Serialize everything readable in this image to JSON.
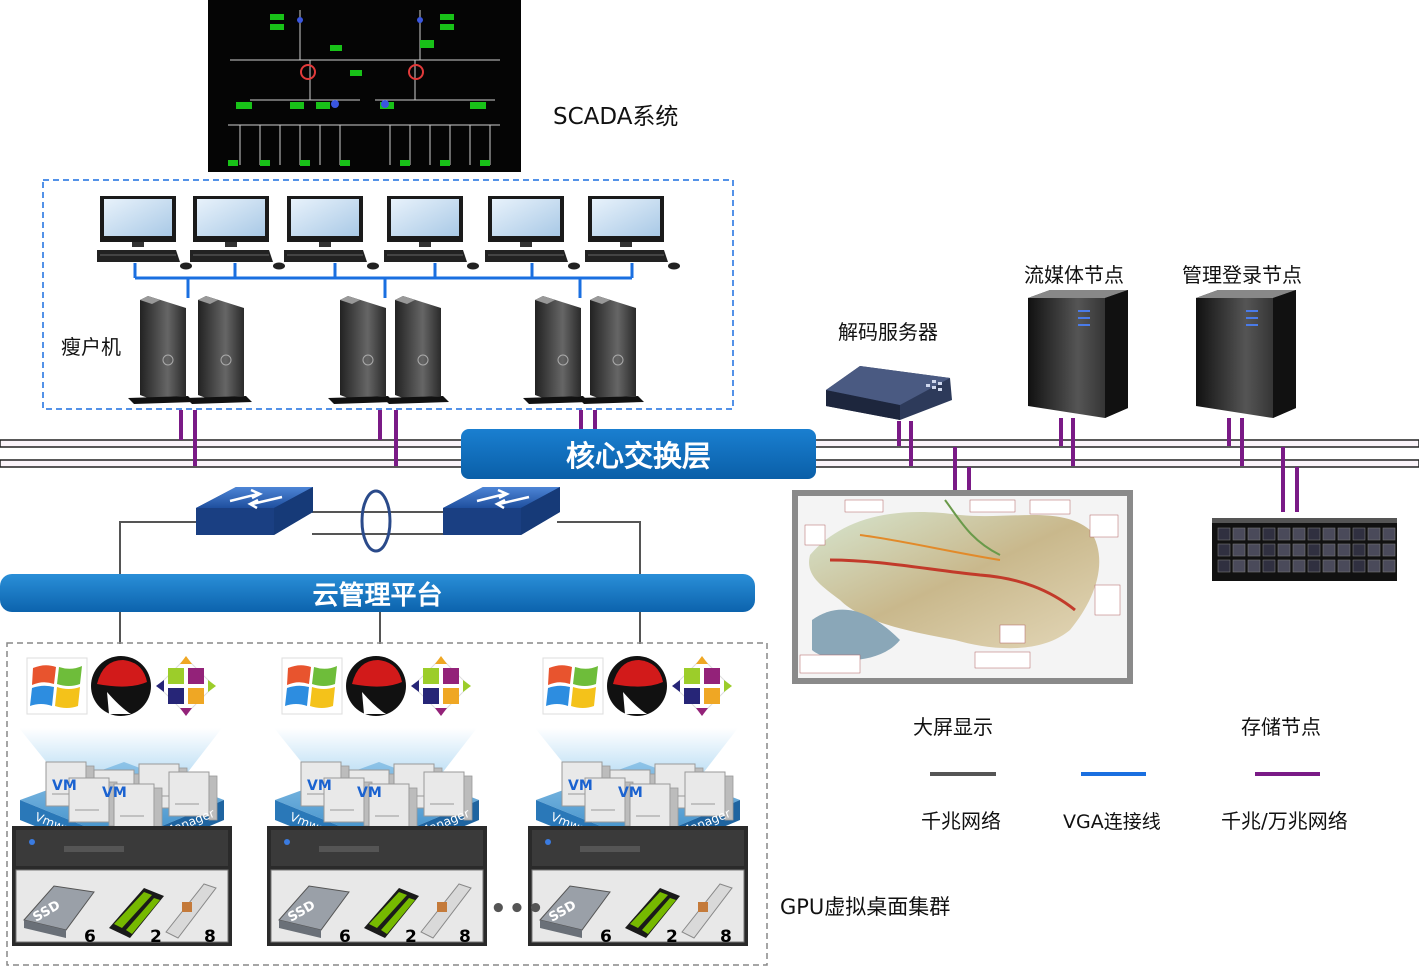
{
  "labels": {
    "scada": "SCADA系统",
    "thin_client": "瘦户机",
    "core_layer": "核心交换层",
    "cloud_platform": "云管理平台",
    "decode_server": "解码服务器",
    "streaming_node": "流媒体节点",
    "mgmt_login_node": "管理登录节点",
    "big_screen": "大屏显示",
    "storage_node": "存储节点",
    "gpu_cluster": "GPU虚拟桌面集群",
    "vm": "VM",
    "vsphere": "Vmware Vsphere",
    "vgpu": "VGPU Manager",
    "ssd": "SSD"
  },
  "legend": [
    {
      "label": "千兆网络",
      "color": "#555555"
    },
    {
      "label": "VGA连接线",
      "color": "#1a6fe0"
    },
    {
      "label": "千兆/万兆网络",
      "color": "#7a1a86"
    }
  ],
  "cluster_counts": {
    "ssd": "6",
    "gpu": "2",
    "nic": "8"
  },
  "colors": {
    "banner": "#0a5fa8",
    "thin_link": "#7a1a86",
    "vga": "#1a6fe0",
    "dashed_box": "#1a6fe0"
  }
}
